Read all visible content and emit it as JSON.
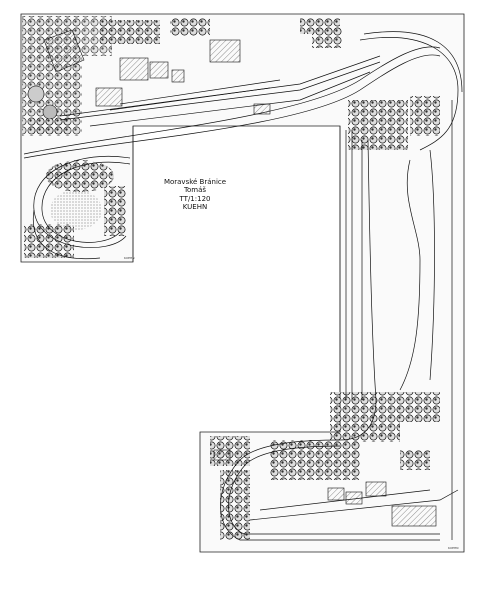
{
  "title_block": {
    "station": "Moravské Bránice",
    "author": "Tomáš",
    "scale": "TT/1:120",
    "track_system": "KUEHN"
  }
}
